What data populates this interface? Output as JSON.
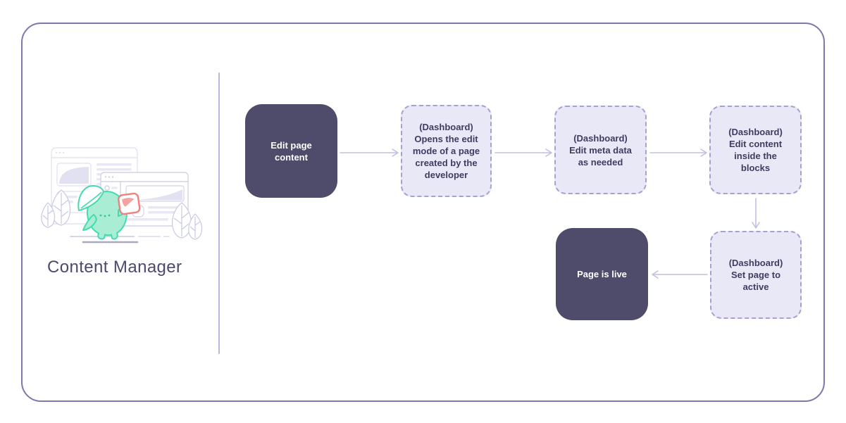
{
  "title": "Content Manager",
  "colors": {
    "card_border": "#7c78ac",
    "divider": "#b9b7dc",
    "solid_node_bg": "#4e4c6a",
    "solid_node_text": "#ffffff",
    "dashed_node_bg": "#e9e8f6",
    "dashed_node_border": "#a5a1d2",
    "dashed_node_text": "#3e3c62",
    "arrow": "#c1bfe3",
    "title_text": "#4b4971",
    "mascot_fill": "#a9eed4",
    "mascot_outline": "#44dcae",
    "held_card_accent": "#f08080"
  },
  "illustration": {
    "name": "content-manager-mascot-scene",
    "elements": [
      "browser-window-back",
      "browser-window-front",
      "mascot",
      "leaf-hat",
      "held-card",
      "plants",
      "ground-lines"
    ]
  },
  "flowchart": {
    "nodes": [
      {
        "id": "edit-page-content",
        "type": "solid",
        "label": "Edit page\ncontent"
      },
      {
        "id": "open-edit-mode",
        "type": "dashed",
        "label": "(Dashboard)\nOpens the edit\nmode of a page\ncreated by the\ndeveloper"
      },
      {
        "id": "edit-meta-data",
        "type": "dashed",
        "label": "(Dashboard)\nEdit meta data\nas needed"
      },
      {
        "id": "edit-content-blocks",
        "type": "dashed",
        "label": "(Dashboard)\nEdit content\ninside the\nblocks"
      },
      {
        "id": "set-page-active",
        "type": "dashed",
        "label": "(Dashboard)\nSet page to\nactive"
      },
      {
        "id": "page-is-live",
        "type": "solid",
        "label": "Page is live"
      }
    ],
    "connections": [
      "edit-page-content -> open-edit-mode",
      "open-edit-mode -> edit-meta-data",
      "edit-meta-data -> edit-content-blocks",
      "edit-content-blocks -> set-page-active",
      "set-page-active -> page-is-live"
    ]
  }
}
